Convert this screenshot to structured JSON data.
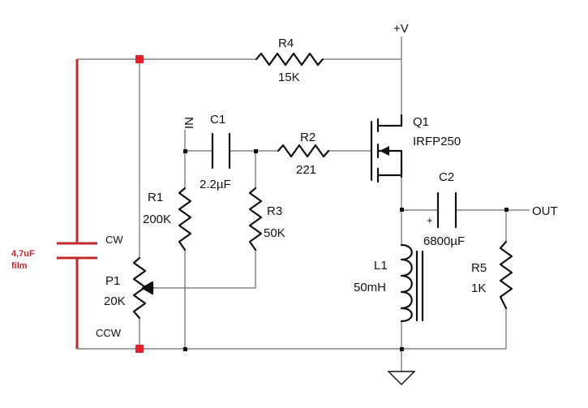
{
  "supply": "+V",
  "input": "IN",
  "output": "OUT",
  "components": {
    "r4": {
      "ref": "R4",
      "value": "15K"
    },
    "c1": {
      "ref": "C1",
      "value": "2.2µF"
    },
    "r2": {
      "ref": "R2",
      "value": "221"
    },
    "q1": {
      "ref": "Q1",
      "value": "IRFP250"
    },
    "r1": {
      "ref": "R1",
      "value": "200K"
    },
    "r3": {
      "ref": "R3",
      "value": "50K"
    },
    "c2": {
      "ref": "C2",
      "value": "6800µF",
      "polarity": "+"
    },
    "p1": {
      "ref": "P1",
      "value": "20K",
      "cw": "CW",
      "ccw": "CCW"
    },
    "l1": {
      "ref": "L1",
      "value": "50mH"
    },
    "r5": {
      "ref": "R5",
      "value": "1K"
    }
  },
  "annotation": {
    "line1": "4,7uF",
    "line2": "film"
  }
}
